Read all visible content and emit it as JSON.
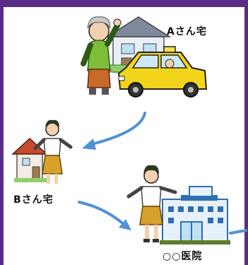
{
  "labels": {
    "house_a": "Aさん宅",
    "house_b": "Bさん宅",
    "clinic": "○○医院"
  },
  "colors": {
    "frame": "#5a2c86",
    "arrow": "#4f92d6",
    "taxi": "#f2d51b",
    "skirt": "#d7a12b"
  }
}
